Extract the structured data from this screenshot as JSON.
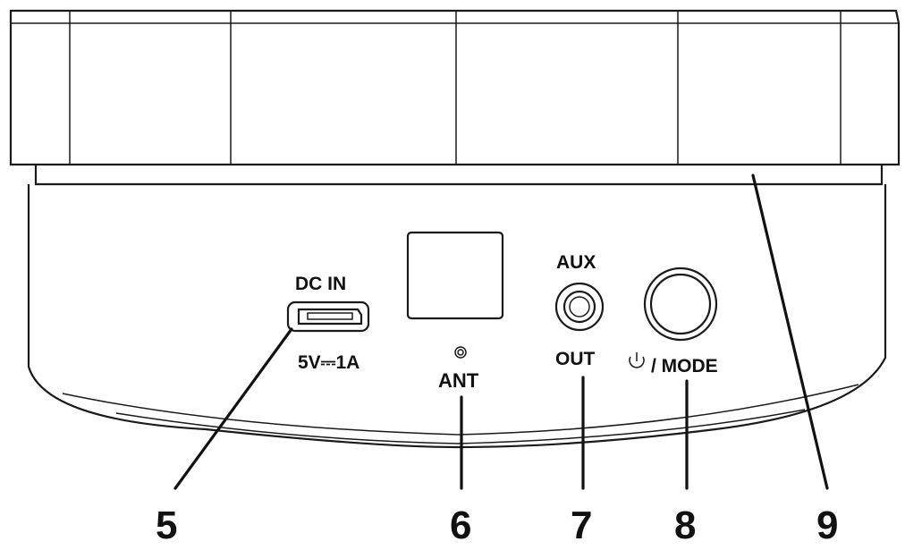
{
  "ports": {
    "dc_in_label": "DC IN",
    "dc_rating": "5V⎓1A",
    "ant_label": "ANT",
    "aux_label": "AUX",
    "out_label": "OUT",
    "mode_label": "/ MODE"
  },
  "callouts": [
    "5",
    "6",
    "7",
    "8",
    "9"
  ],
  "icons": {
    "power": "power-icon",
    "antenna": "antenna-point-icon"
  }
}
